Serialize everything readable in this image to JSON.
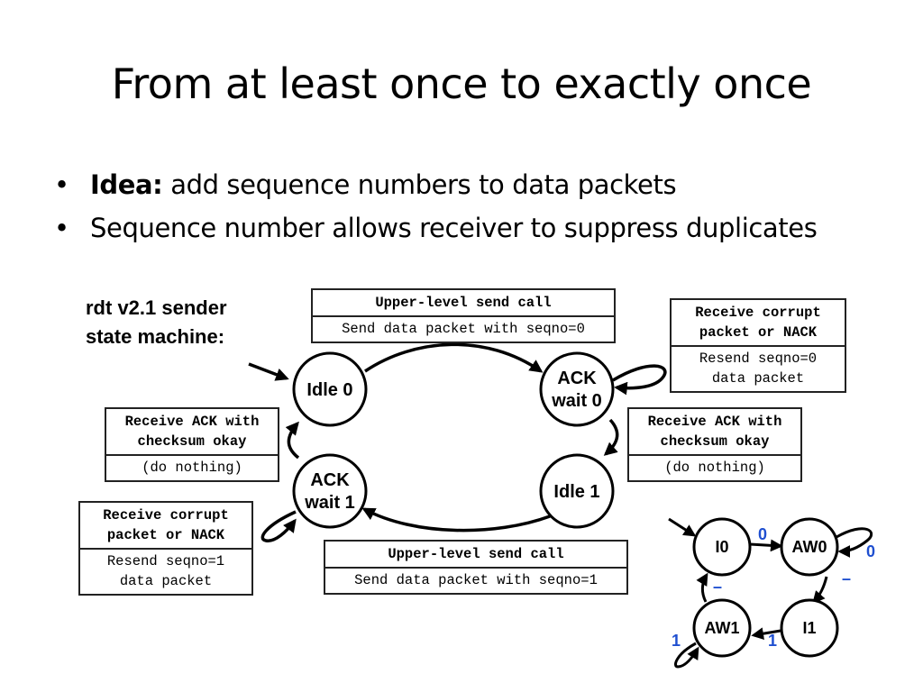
{
  "slide": {
    "title": "From at least once to exactly once",
    "bullets": [
      {
        "bold": "Idea:",
        "text": " add sequence numbers to data packets"
      },
      {
        "bold": "",
        "text": "Sequence number allows receiver to suppress duplicates"
      }
    ],
    "caption": [
      "rdt v2.1 sender",
      "state machine:"
    ]
  },
  "states": {
    "idle0": [
      "Idle 0"
    ],
    "ackwait0": [
      "ACK",
      "wait 0"
    ],
    "idle1": [
      "Idle 1"
    ],
    "ackwait1": [
      "ACK",
      "wait 1"
    ]
  },
  "transitions": {
    "send0": {
      "event": "Upper-level send call",
      "action": "Send data packet with seqno=0"
    },
    "corrupt0": {
      "event": [
        "Receive corrupt",
        "packet or NACK"
      ],
      "action": [
        "Resend seqno=0",
        "data packet"
      ]
    },
    "ack0": {
      "event": [
        "Receive ACK with",
        "checksum okay"
      ],
      "action": "(do nothing)"
    },
    "ack1": {
      "event": [
        "Receive ACK with",
        "checksum okay"
      ],
      "action": "(do nothing)"
    },
    "corrupt1": {
      "event": [
        "Receive corrupt",
        "packet or NACK"
      ],
      "action": [
        "Resend seqno=1",
        "data packet"
      ]
    },
    "send1": {
      "event": "Upper-level send call",
      "action": "Send data packet with seqno=1"
    }
  },
  "mini": {
    "nodes": {
      "i0": "I0",
      "aw0": "AW0",
      "i1": "I1",
      "aw1": "AW1"
    },
    "labels": {
      "i0_aw0": "0",
      "aw0_self": "0",
      "aw0_i1": "–",
      "i1_aw1": "1",
      "aw1_self": "1",
      "aw1_i0": "–"
    },
    "label_color": "#1f4fd0"
  }
}
